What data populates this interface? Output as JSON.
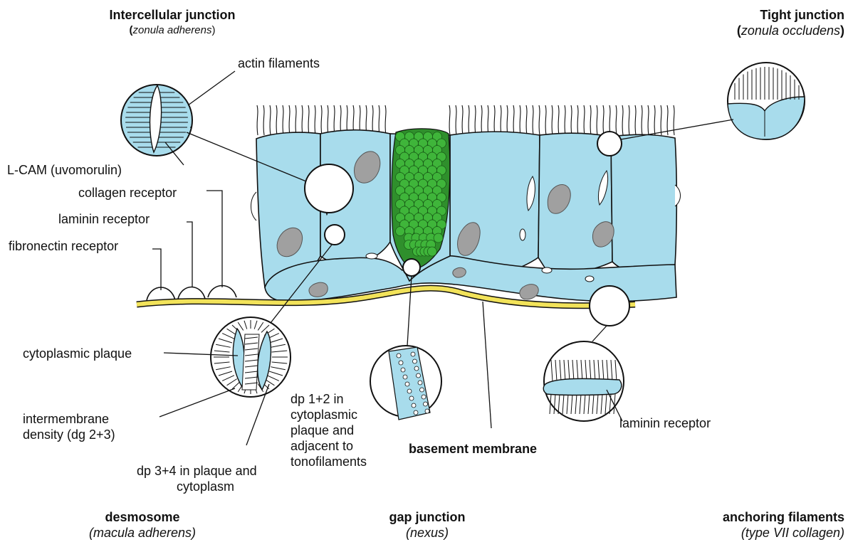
{
  "headings": {
    "intercellular_title": "Intercellular junction",
    "intercellular_paren_open": "(",
    "intercellular_sub": "zonula adherens",
    "intercellular_paren_close": ")",
    "tight_title": "Tight junction",
    "tight_paren_open": "(",
    "tight_sub": "zonula occludens",
    "tight_paren_close": ")",
    "desmosome_title": "desmosome",
    "desmosome_sub": "(macula adherens)",
    "gap_title": "gap junction",
    "gap_sub": "(nexus)",
    "anchoring_title": "anchoring filaments",
    "anchoring_sub": "(type VII collagen)"
  },
  "labels": {
    "actin": "actin filaments",
    "lcam": "L-CAM (uvomorulin)",
    "collagen_receptor": "collagen receptor",
    "laminin_receptor_left": "laminin receptor",
    "fibronectin_receptor": "fibronectin receptor",
    "cytoplasmic_plaque": "cytoplasmic plaque",
    "intermembrane_1": "intermembrane",
    "intermembrane_2": "density (dg 2+3)",
    "dp34_1": "dp 3+4 in plaque and",
    "dp34_2": "cytoplasm",
    "dp12_1": "dp 1+2 in",
    "dp12_2": "cytoplasmic",
    "dp12_3": "plaque and",
    "dp12_4": "adjacent  to",
    "dp12_5": "tonofilaments",
    "basement": "basement membrane",
    "laminin_receptor_right": "laminin receptor"
  },
  "colors": {
    "cell": "#a8dcec",
    "nucleus": "#a0a0a0",
    "goblet": "#3fb53a",
    "membrane": "#f2e35a"
  }
}
